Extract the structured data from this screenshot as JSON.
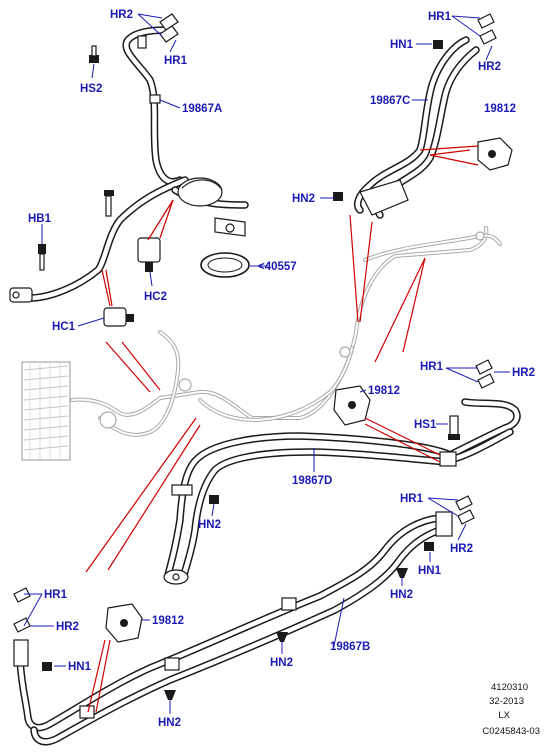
{
  "callouts": {
    "hr2_a": "HR2",
    "hr1_a": "HR1",
    "hs2": "HS2",
    "part_19867a": "19867A",
    "hr1_b": "HR1",
    "hn1_b": "HN1",
    "hr2_b": "HR2",
    "part_19867c": "19867C",
    "part_19812_a": "19812",
    "hn2_a": "HN2",
    "hb1": "HB1",
    "hc2": "HC2",
    "ref_40557": "<40557",
    "hc1": "HC1",
    "hr1_c": "HR1",
    "hr2_c": "HR2",
    "part_19812_b": "19812",
    "hs1": "HS1",
    "part_19867d": "19867D",
    "hn2_b": "HN2",
    "hr1_d": "HR1",
    "hr2_d": "HR2",
    "hn1_d": "HN1",
    "hn2_c": "HN2",
    "hr1_e": "HR1",
    "hr2_e": "HR2",
    "part_19812_c": "19812",
    "hn1_e": "HN1",
    "hn2_d": "HN2",
    "part_19867b": "19867B",
    "hn2_e": "HN2"
  },
  "reference_block": {
    "line1": "4120310",
    "line2": "32-2013",
    "line3": "LX",
    "line4": "C0245843-03"
  },
  "colors": {
    "callout_text": "#1b1bb3",
    "leader_lines": "#d00000",
    "line_art": "#1a1a1a",
    "ghost_art": "#a8a8a8"
  },
  "icons": [
    "clip-icon",
    "nut-icon",
    "bolt-icon",
    "sensor-icon",
    "bracket-icon",
    "grommet-icon",
    "gasket-icon",
    "condenser-icon"
  ]
}
